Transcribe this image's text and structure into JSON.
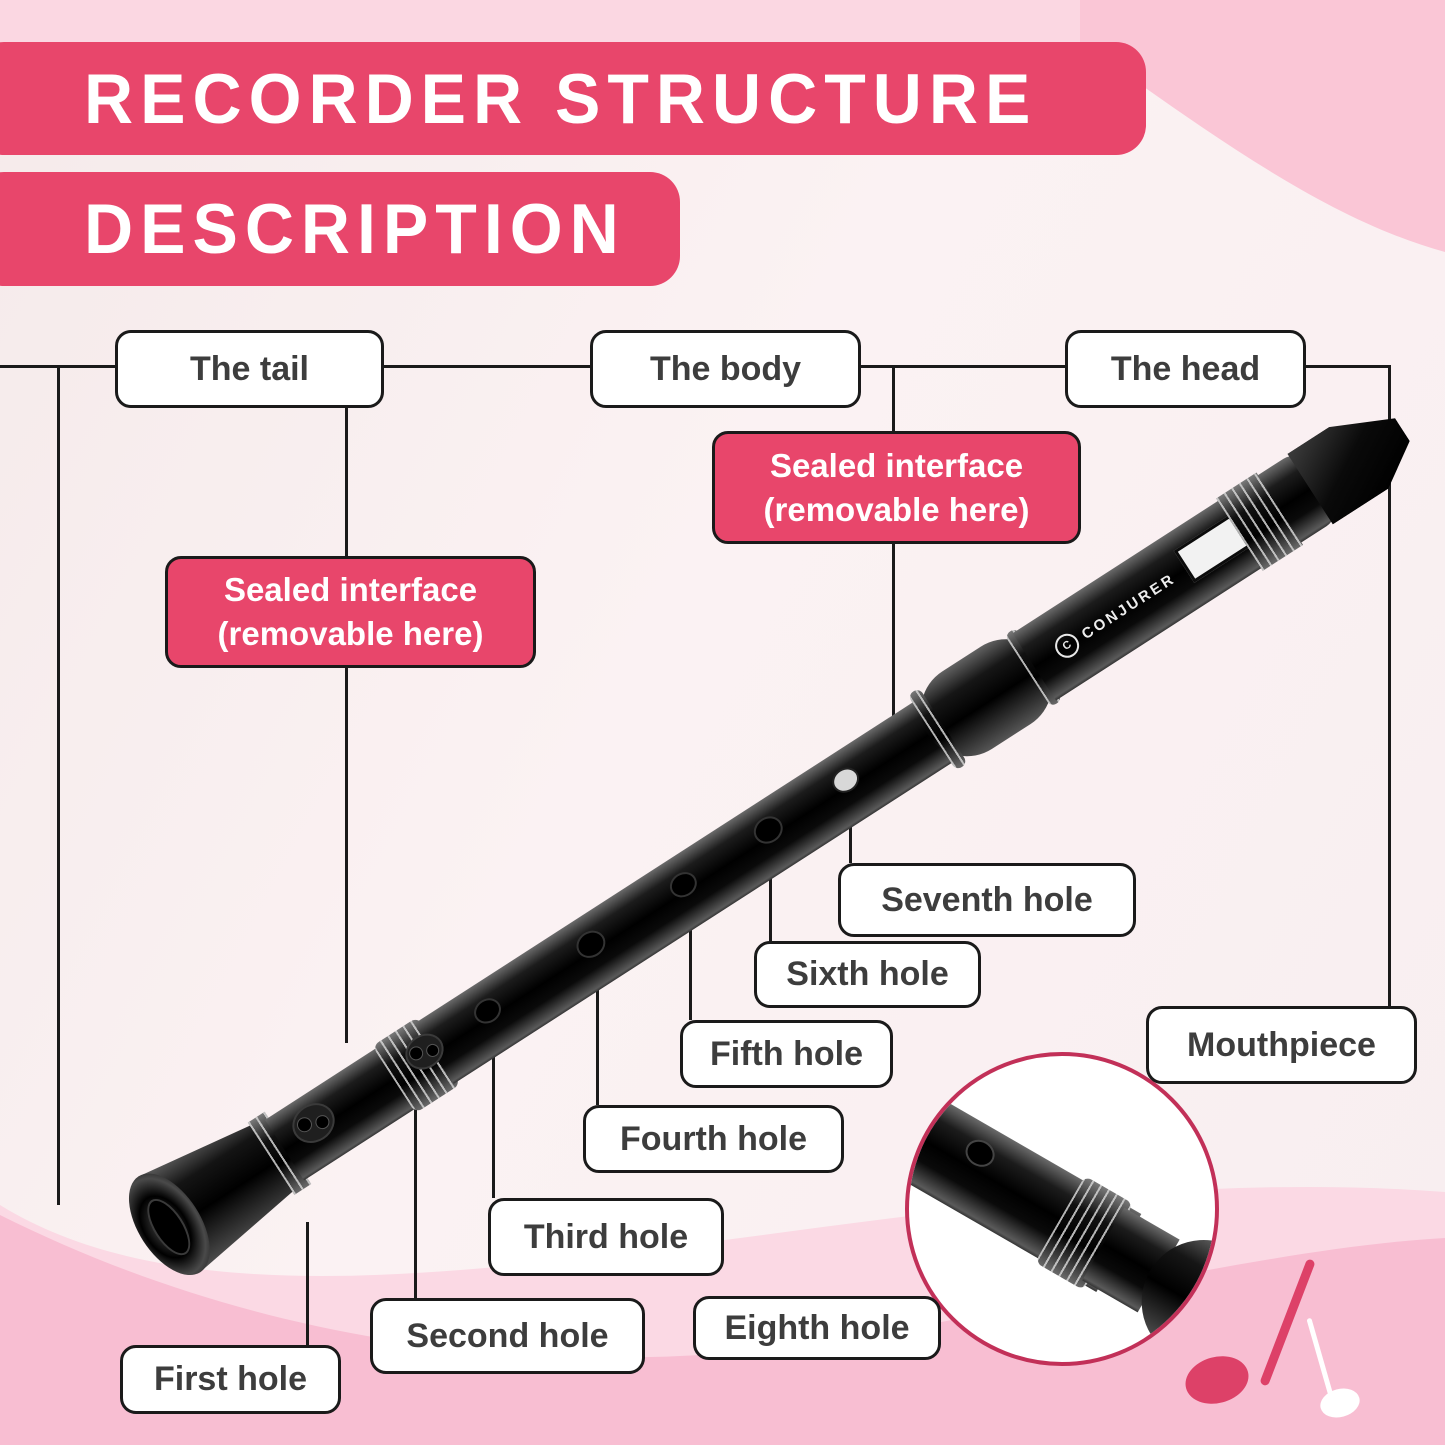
{
  "title": {
    "line1": "RECORDER STRUCTURE",
    "line2": "DESCRIPTION"
  },
  "sections": {
    "tail": "The tail",
    "body": "The body",
    "head": "The head"
  },
  "sealed_interface": {
    "line1": "Sealed interface",
    "line2": "(removable here)"
  },
  "holes": {
    "first": "First hole",
    "second": "Second hole",
    "third": "Third hole",
    "fourth": "Fourth hole",
    "fifth": "Fifth hole",
    "sixth": "Sixth hole",
    "seventh": "Seventh hole",
    "eighth": "Eighth hole"
  },
  "mouthpiece_label": "Mouthpiece",
  "brand": {
    "logo_text": "CONJURER",
    "logo_emblem_letter": "C"
  },
  "colors": {
    "accent_pink": "#E8466B",
    "magnifier_ring": "#C23058",
    "note_pink": "#DD4168",
    "top_strip_pink": "#FBD7E2",
    "corner_blob_pink": "#FAC6D6",
    "bottom_wave_pink": "#F8BED2",
    "line_color": "#1A1A1A",
    "label_text": "#3D3D3D"
  }
}
